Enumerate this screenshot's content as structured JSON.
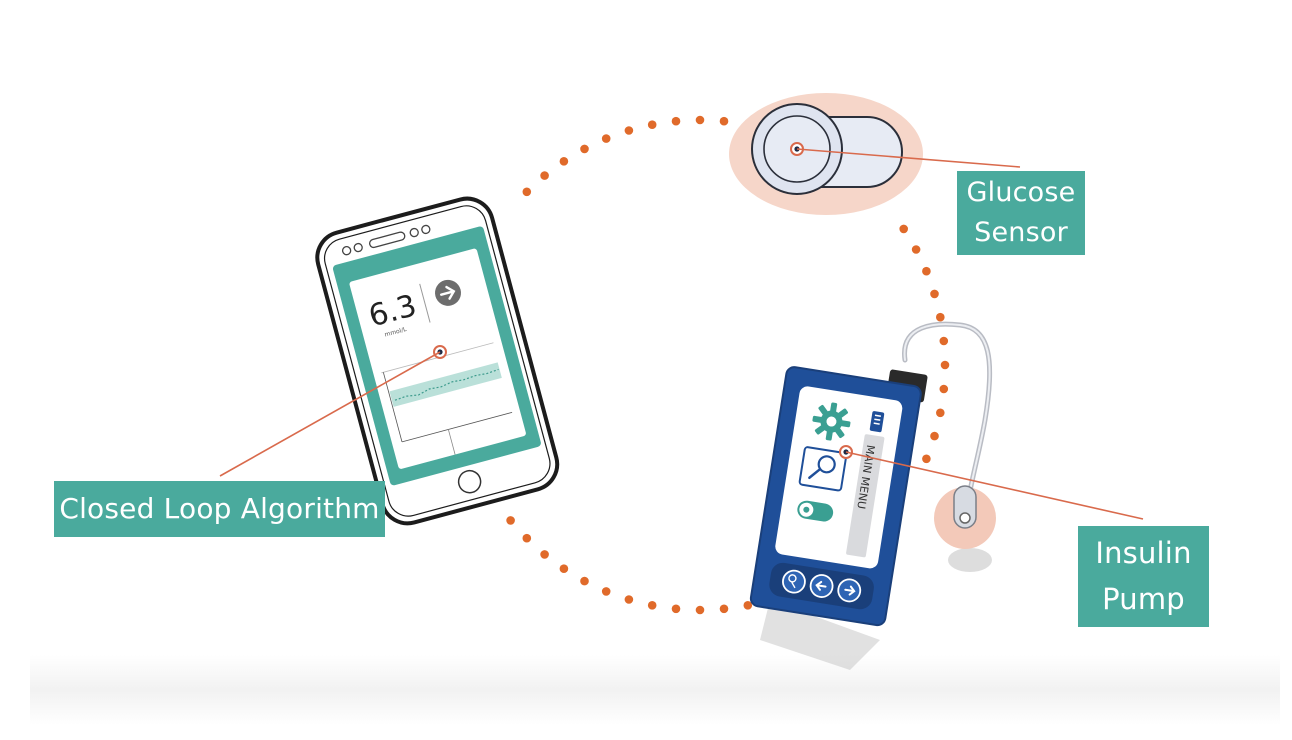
{
  "labels": {
    "closed_loop": "Closed Loop Algorithm",
    "glucose_line1": "Glucose",
    "glucose_line2": "Sensor",
    "insulin_line1": "Insulin",
    "insulin_line2": "Pump"
  },
  "phone": {
    "reading": "6.3",
    "unit": "mmol/L"
  },
  "pump": {
    "menu_text": "MAIN MENU"
  },
  "colors": {
    "teal": "#4aaa9d",
    "orange_dots": "#e06a2a",
    "leader_line": "#d96a4c",
    "pump_blue": "#1f4f99",
    "sensor_halo": "#f5d5c8"
  }
}
